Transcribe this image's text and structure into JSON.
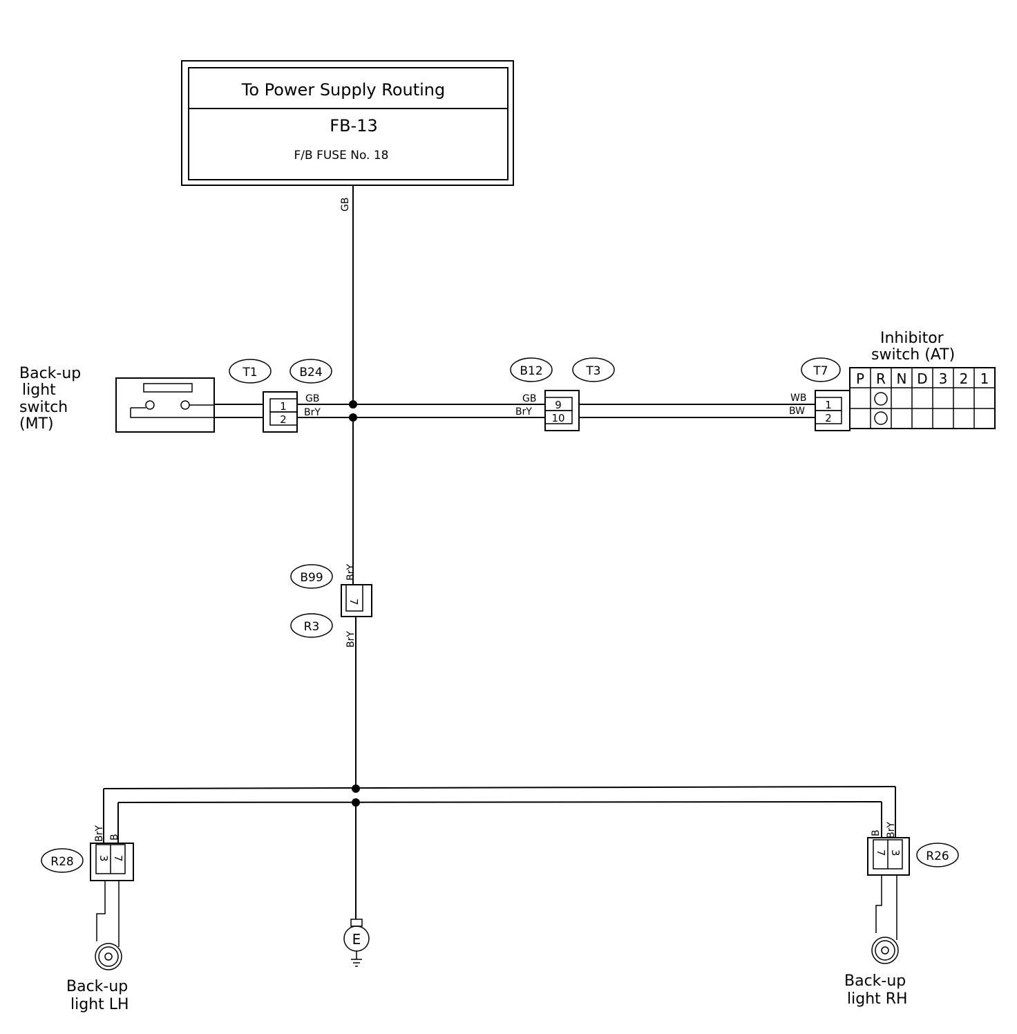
{
  "power_box": {
    "title": "To Power Supply Routing",
    "code": "FB-13",
    "fuse": "F/B FUSE No. 18"
  },
  "wire_colors": {
    "gb": "GB",
    "bry": "BrY",
    "wb": "WB",
    "bw": "BW",
    "b": "B"
  },
  "connectors": {
    "t1": "T1",
    "b24": "B24",
    "b12": "B12",
    "t3": "T3",
    "t7": "T7",
    "b99": "B99",
    "r3": "R3",
    "r28": "R28",
    "r26": "R26"
  },
  "pins": {
    "b24_1": "1",
    "b24_2": "2",
    "b12_9": "9",
    "b12_10": "10",
    "t7_1": "1",
    "t7_2": "2",
    "b99_7": "7",
    "r28_3": "3",
    "r28_7": "7",
    "r26_7": "7",
    "r26_3": "3"
  },
  "components": {
    "mt_switch": [
      "Back-up",
      "light",
      "switch",
      "(MT)"
    ],
    "inhibitor": [
      "Inhibitor",
      "switch (AT)"
    ],
    "light_lh": [
      "Back-up",
      "light LH"
    ],
    "light_rh": [
      "Back-up",
      "light RH"
    ],
    "ground": "E"
  },
  "inhibitor_positions": [
    "P",
    "R",
    "N",
    "D",
    "3",
    "2",
    "1"
  ]
}
